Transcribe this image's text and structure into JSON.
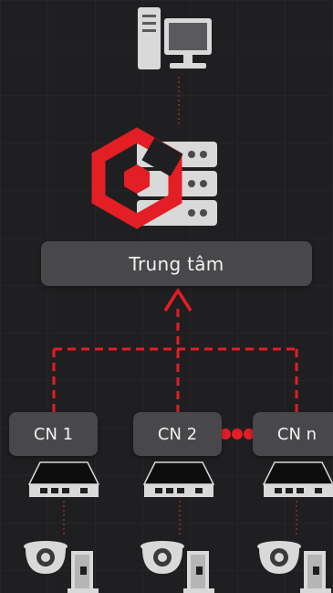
{
  "center": {
    "label": "Trung tâm"
  },
  "branches": [
    {
      "label": "CN 1"
    },
    {
      "label": "CN 2"
    },
    {
      "label": "CN n"
    }
  ],
  "icons": {
    "top": "desktop-computer-icon",
    "server": "server-logo-icon",
    "switch": "network-switch-icon",
    "camera": "dome-camera-icon",
    "door": "door-access-icon"
  },
  "colors": {
    "accent": "#e31e24",
    "box": "#48484b",
    "background": "#1f1f21",
    "device": "#d9d9d9"
  }
}
